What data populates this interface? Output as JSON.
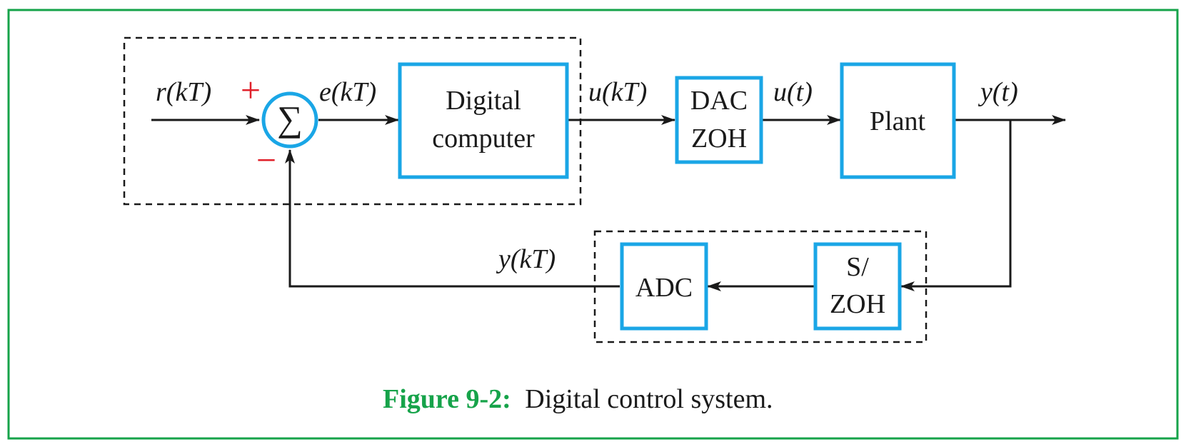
{
  "colors": {
    "frame": "#16a34a",
    "block_border": "#1aa6e6",
    "line": "#1a1a1a",
    "sign": "#e0202a",
    "caption_label": "#16a34a"
  },
  "summing_junction": {
    "symbol": "∑",
    "plus": "+",
    "minus": "−"
  },
  "blocks": {
    "digital_computer": {
      "line1": "Digital",
      "line2": "computer"
    },
    "dac": {
      "line1": "DAC",
      "line2": "ZOH"
    },
    "plant": {
      "label": "Plant"
    },
    "sample_hold": {
      "line1": "S/",
      "line2": "ZOH"
    },
    "adc": {
      "label": "ADC"
    }
  },
  "signals": {
    "r": "r(kT)",
    "e": "e(kT)",
    "u_kt": "u(kT)",
    "u_t": "u(t)",
    "y_t": "y(t)",
    "y_kt": "y(kT)"
  },
  "caption": {
    "label": "Figure 9-2:",
    "text": "Digital control system."
  }
}
